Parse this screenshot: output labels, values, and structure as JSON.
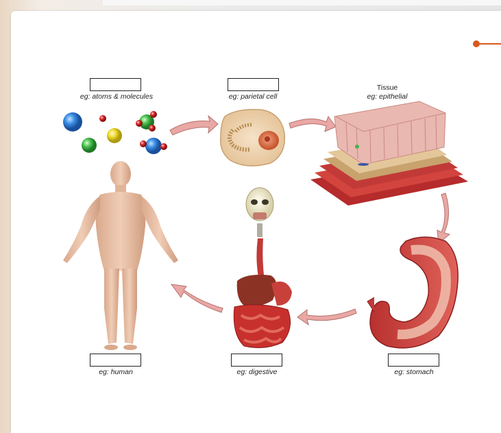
{
  "diagram": {
    "levels": [
      {
        "id": "chemical",
        "caption": "eg: atoms & molecules"
      },
      {
        "id": "cellular",
        "caption": "eg: parietal cell"
      },
      {
        "id": "tissue",
        "title": "Tissue",
        "caption": "eg: epithelial"
      },
      {
        "id": "organ",
        "caption": "eg: stomach"
      },
      {
        "id": "system",
        "caption": "eg: digestive"
      },
      {
        "id": "organism",
        "caption": "eg: human"
      }
    ]
  },
  "colors": {
    "arrow_fill": "#e9a8a5",
    "arrow_stroke": "#b5706c",
    "pointer": "#d9581e",
    "skin": "#e8c3a8",
    "tissue_red": "#c23a38",
    "tissue_pink": "#e9b8b0"
  }
}
